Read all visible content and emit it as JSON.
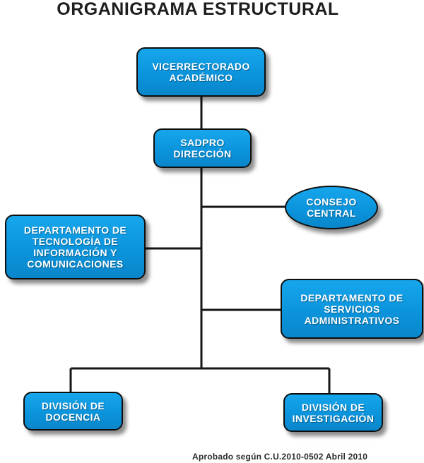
{
  "title": "ORGANIGRAMA ESTRUCTURAL",
  "nodes": {
    "vicerrectorado": "VICERRECTORADO\nACADÉMICO",
    "sadpro": "SADPRO\nDIRECCIÓN",
    "consejo": "CONSEJO\nCENTRAL",
    "dtic": "DEPARTAMENTO DE\nTECNOLOGÍA DE\nINFORMACIÓN Y\nCOMUNICACIONES",
    "dsa": "DEPARTAMENTO DE\nSERVICIOS\nADMINISTRATIVOS",
    "docencia": "DIVISIÓN DE\nDOCENCIA",
    "investigacion": "DIVISIÓN DE\nINVESTIGACIÓN"
  },
  "footer": "Aprobado según C.U.2010-0502 Abril 2010",
  "colors": {
    "box_fill": "#0b94dc",
    "box_border": "#0e0e0e",
    "connector": "#161616",
    "text": "#ffffff"
  }
}
